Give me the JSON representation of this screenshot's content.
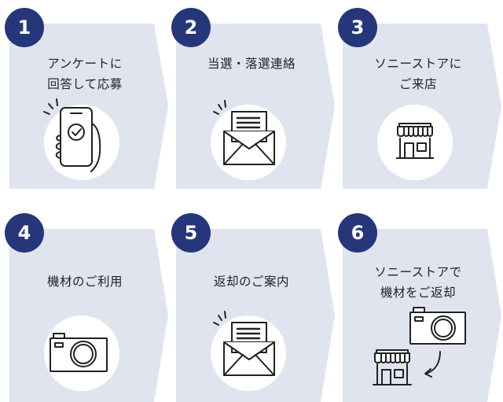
{
  "colors": {
    "panel": "#dfe4ef",
    "badge": "#25377a",
    "text": "#222222",
    "icon": "#222222"
  },
  "steps": [
    {
      "number": "1",
      "lines": [
        "アンケートに",
        "回答して応募"
      ],
      "icon": "smartphone-check-icon"
    },
    {
      "number": "2",
      "lines": [
        "当選・落選連絡"
      ],
      "icon": "envelope-letter-icon"
    },
    {
      "number": "3",
      "lines": [
        "ソニーストアに",
        "ご来店"
      ],
      "icon": "store-icon"
    },
    {
      "number": "4",
      "lines": [
        "機材のご利用"
      ],
      "icon": "camera-icon"
    },
    {
      "number": "5",
      "lines": [
        "返却のご案内"
      ],
      "icon": "envelope-letter-icon"
    },
    {
      "number": "6",
      "lines": [
        "ソニーストアで",
        "機材をご返却"
      ],
      "icon": "camera-return-store-icon"
    }
  ]
}
